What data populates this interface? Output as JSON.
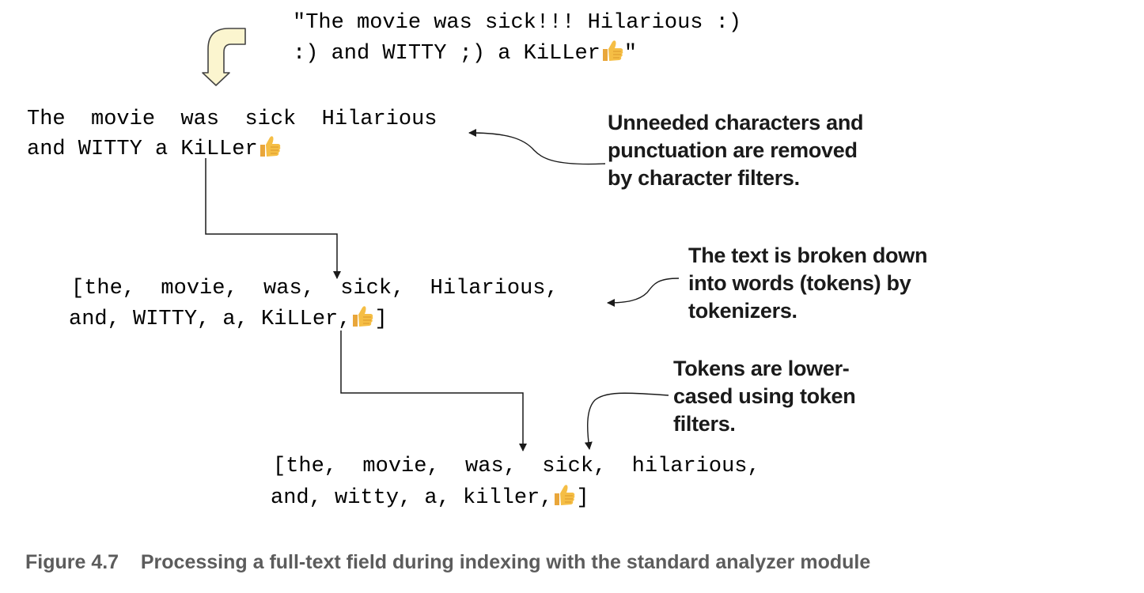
{
  "input": {
    "line1": "\"The movie was sick!!! Hilarious :)",
    "line2_a": ":) and WITTY ;) a KiLLer",
    "line2_b": "\""
  },
  "filtered": {
    "line1": "The  movie  was  sick  Hilarious",
    "line2": "and WITTY a KiLLer"
  },
  "tokens": {
    "line1": "[the,  movie,  was,  sick,  Hilarious,",
    "line2_a": "and, WITTY, a, KiLLer,",
    "line2_b": "]"
  },
  "lowercased": {
    "line1": "[the,  movie,  was,  sick,  hilarious,",
    "line2_a": "and, witty, a, killer,",
    "line2_b": "]"
  },
  "notes": {
    "char_filters": [
      "Unneeded characters and",
      "punctuation are removed",
      "by character filters."
    ],
    "tokenizers": [
      "The text is broken down",
      "into words (tokens) by",
      "tokenizers."
    ],
    "token_filters": [
      "Tokens are lower-",
      "cased using token",
      "filters."
    ]
  },
  "caption": "Figure 4.7    Processing a full-text field during indexing with the standard analyzer module",
  "icons": [
    "thumbs-up-icon",
    "curved-down-arrow-icon"
  ]
}
